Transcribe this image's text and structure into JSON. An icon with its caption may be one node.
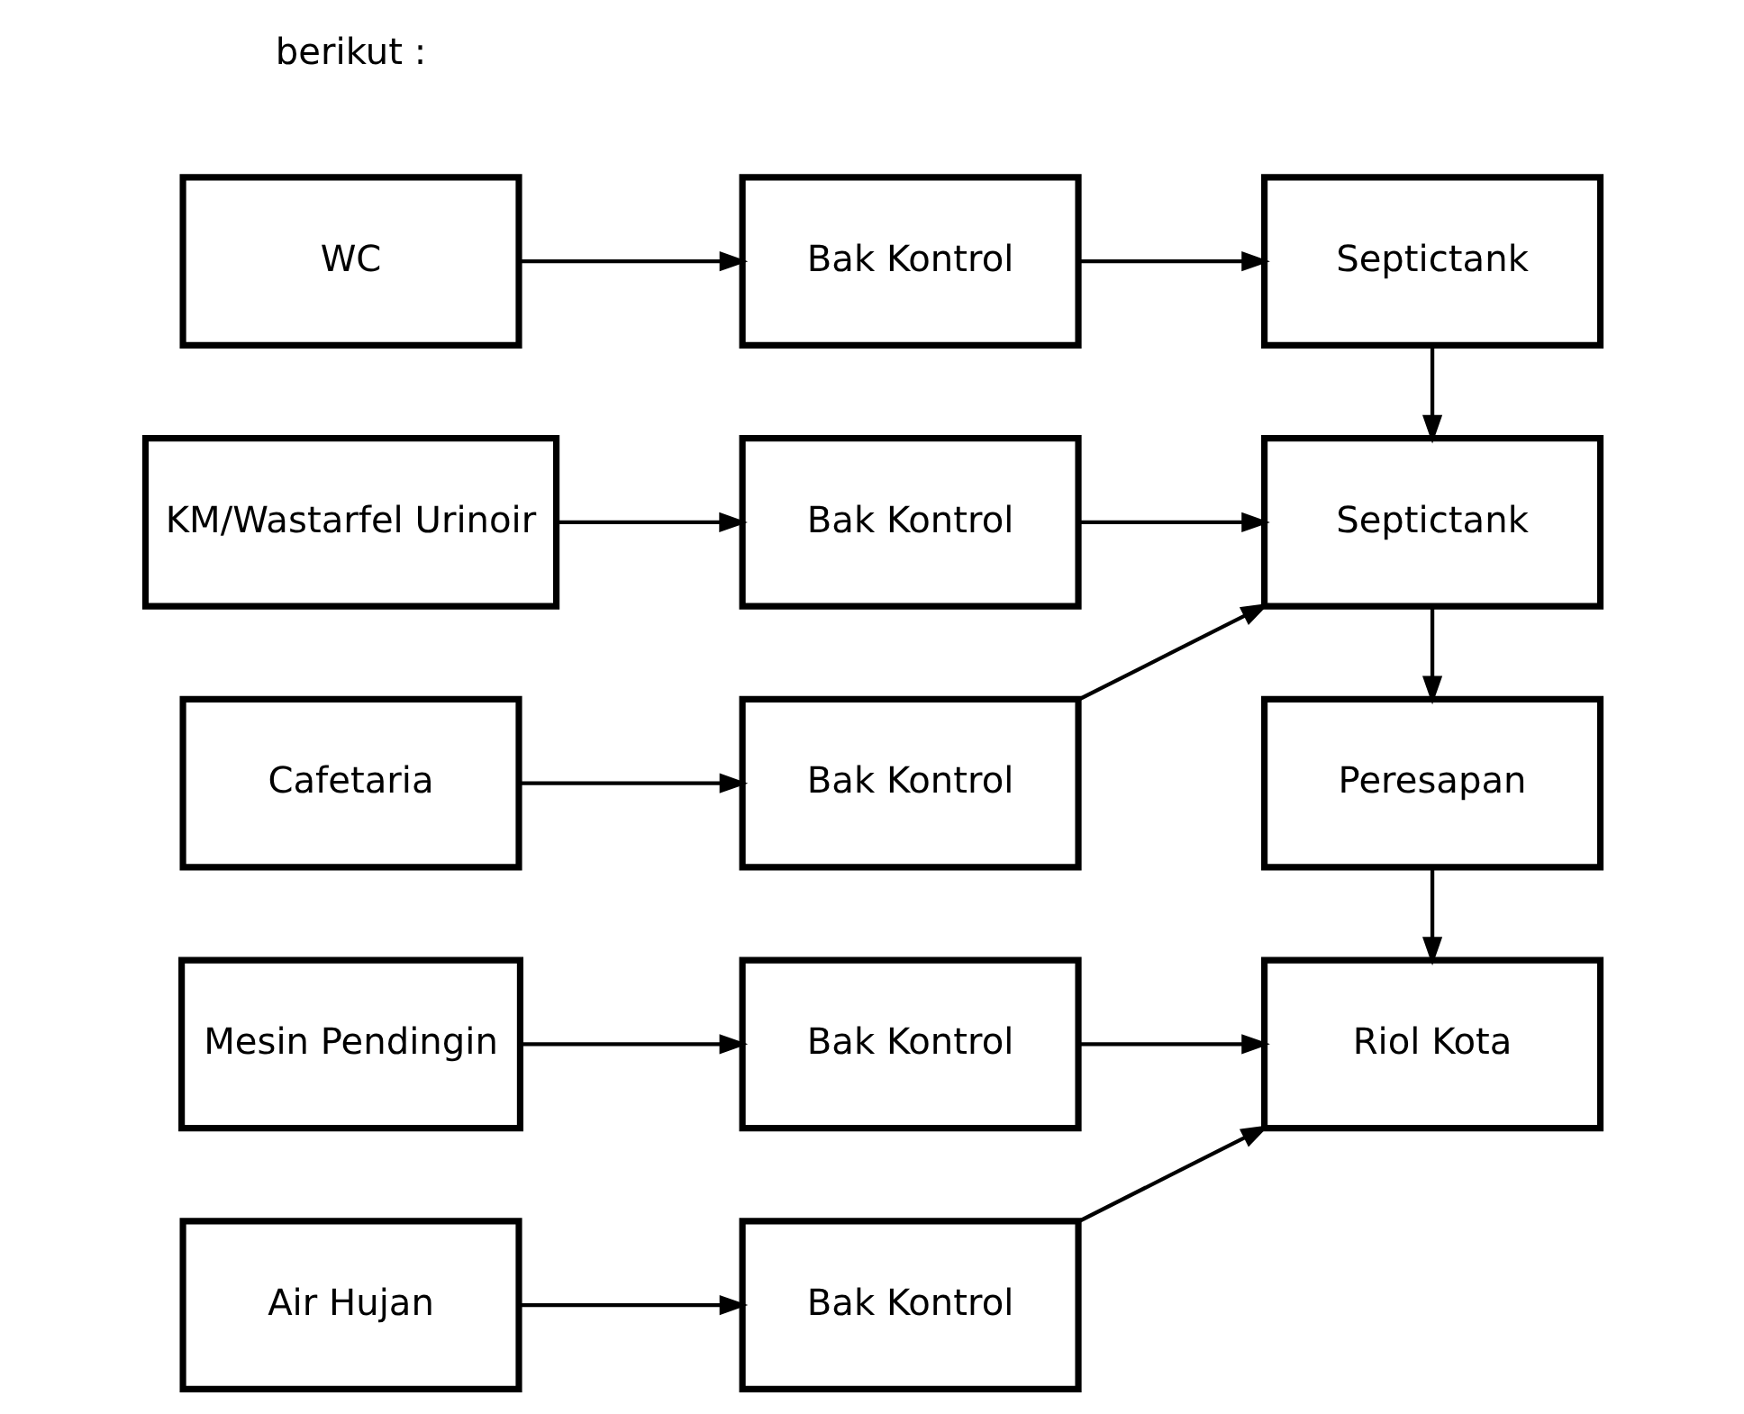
{
  "diagram": {
    "nodes": [
      {
        "text": [
          "WC"
        ]
      },
      {
        "text": [
          "Bak Kontrol"
        ]
      },
      {
        "text": [
          "Septictank"
        ]
      },
      {
        "text": [
          "KM/Wastarfel Urinoir"
        ]
      },
      {
        "text": [
          "Bak Kontrol"
        ]
      },
      {
        "text": [
          "Cafetaria"
        ]
      },
      {
        "text": [
          "Bak Kontrol"
        ]
      },
      {
        "text": [
          "Septictank"
        ]
      },
      {
        "text": [
          "Mesin Pendingin"
        ]
      },
      {
        "text": [
          "Bak Kontrol"
        ]
      },
      {
        "text": [
          "Peresapan"
        ]
      },
      {
        "text": [
          "Air Hujan"
        ]
      },
      {
        "text": [
          "Bak Kontrol"
        ]
      },
      {
        "text": [
          "Riol Kota"
        ]
      }
    ],
    "edges": [
      {
        "from": 0,
        "to": 1,
        "arrow": "to"
      },
      {
        "from": 1,
        "to": 2,
        "arrow": "to"
      },
      {
        "from": 3,
        "to": 4,
        "arrow": "to"
      },
      {
        "from": 4,
        "to": 7,
        "arrow": "to"
      },
      {
        "from": 2,
        "to": 7,
        "arrow": "to"
      },
      {
        "from": 5,
        "to": 6,
        "arrow": "to"
      },
      {
        "from": 6,
        "to": 7,
        "arrow": "to"
      },
      {
        "from": 7,
        "to": 10,
        "arrow": "to"
      },
      {
        "from": 8,
        "to": 9,
        "arrow": "to"
      },
      {
        "from": 9,
        "to": 13,
        "arrow": "to"
      },
      {
        "from": 10,
        "to": 13,
        "arrow": "to"
      },
      {
        "from": 11,
        "to": 12,
        "arrow": "to"
      },
      {
        "from": 12,
        "to": 13,
        "arrow": "to"
      }
    ],
    "labels": [
      "berikut :"
    ]
  }
}
